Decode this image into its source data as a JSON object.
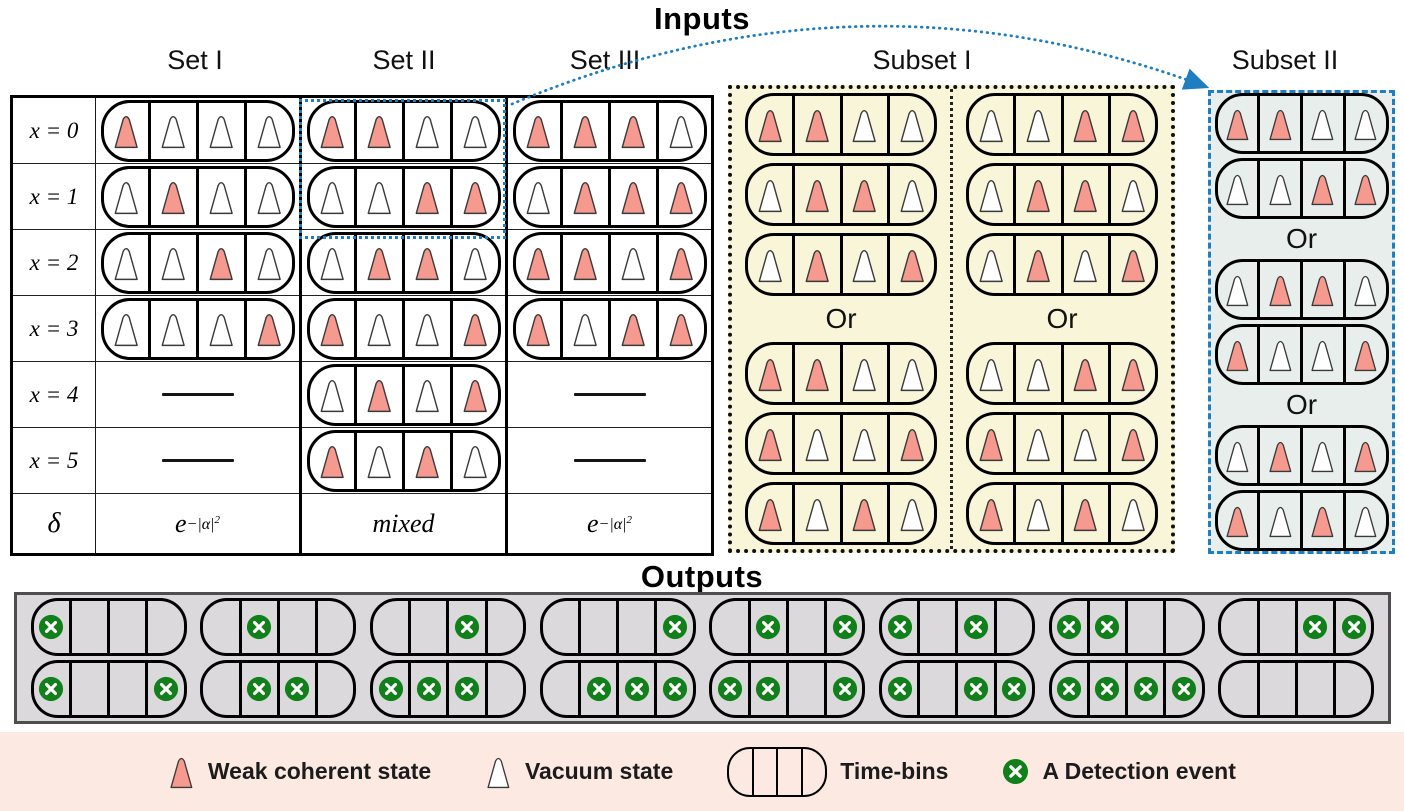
{
  "titles": {
    "inputs": "Inputs",
    "outputs": "Outputs"
  },
  "headers": {
    "set1": "Set I",
    "set2": "Set II",
    "set3": "Set III",
    "subset1": "Subset I",
    "subset2": "Subset II"
  },
  "input_table": {
    "row_labels": [
      "x = 0",
      "x = 1",
      "x = 2",
      "x = 3",
      "x = 4",
      "x = 5"
    ],
    "delta_label": "δ",
    "columns": [
      {
        "name": "Set I",
        "rows": [
          [
            "w",
            "v",
            "v",
            "v"
          ],
          [
            "v",
            "w",
            "v",
            "v"
          ],
          [
            "v",
            "v",
            "w",
            "v"
          ],
          [
            "v",
            "v",
            "v",
            "w"
          ],
          "dash",
          "dash"
        ],
        "delta": {
          "base": "e",
          "exp": "−|α|",
          "exp_sup": "2"
        }
      },
      {
        "name": "Set II",
        "rows": [
          [
            "w",
            "w",
            "v",
            "v"
          ],
          [
            "v",
            "v",
            "w",
            "w"
          ],
          [
            "v",
            "w",
            "w",
            "v"
          ],
          [
            "w",
            "v",
            "v",
            "w"
          ],
          [
            "v",
            "w",
            "v",
            "w"
          ],
          [
            "w",
            "v",
            "w",
            "v"
          ]
        ],
        "delta": {
          "base": "mixed",
          "exp": "",
          "exp_sup": ""
        }
      },
      {
        "name": "Set III",
        "rows": [
          [
            "w",
            "w",
            "w",
            "v"
          ],
          [
            "v",
            "w",
            "w",
            "w"
          ],
          [
            "w",
            "w",
            "v",
            "w"
          ],
          [
            "w",
            "v",
            "w",
            "w"
          ],
          "dash",
          "dash"
        ],
        "delta": {
          "base": "e",
          "exp": "−|α|",
          "exp_sup": "2"
        }
      }
    ]
  },
  "subset1": {
    "or_label": "Or",
    "left": {
      "top": [
        [
          "w",
          "w",
          "v",
          "v"
        ],
        [
          "v",
          "w",
          "w",
          "v"
        ],
        [
          "v",
          "w",
          "v",
          "w"
        ]
      ],
      "bottom": [
        [
          "w",
          "w",
          "v",
          "v"
        ],
        [
          "w",
          "v",
          "v",
          "w"
        ],
        [
          "w",
          "v",
          "w",
          "v"
        ]
      ]
    },
    "right": {
      "top": [
        [
          "v",
          "v",
          "w",
          "w"
        ],
        [
          "v",
          "w",
          "w",
          "v"
        ],
        [
          "v",
          "w",
          "v",
          "w"
        ]
      ],
      "bottom": [
        [
          "v",
          "v",
          "w",
          "w"
        ],
        [
          "w",
          "v",
          "v",
          "w"
        ],
        [
          "w",
          "v",
          "w",
          "v"
        ]
      ]
    }
  },
  "subset2": {
    "or_label": "Or",
    "groups": [
      [
        [
          "w",
          "w",
          "v",
          "v"
        ],
        [
          "v",
          "v",
          "w",
          "w"
        ]
      ],
      [
        [
          "v",
          "w",
          "w",
          "v"
        ],
        [
          "w",
          "v",
          "v",
          "w"
        ]
      ],
      [
        [
          "v",
          "w",
          "v",
          "w"
        ],
        [
          "w",
          "v",
          "w",
          "v"
        ]
      ]
    ]
  },
  "outputs": {
    "rows": [
      [
        [
          "d",
          "e",
          "e",
          "e"
        ],
        [
          "e",
          "d",
          "e",
          "e"
        ],
        [
          "e",
          "e",
          "d",
          "e"
        ],
        [
          "e",
          "e",
          "e",
          "d"
        ],
        [
          "e",
          "d",
          "e",
          "d"
        ],
        [
          "d",
          "e",
          "d",
          "e"
        ],
        [
          "d",
          "d",
          "e",
          "e"
        ],
        [
          "e",
          "e",
          "d",
          "d"
        ]
      ],
      [
        [
          "d",
          "e",
          "e",
          "d"
        ],
        [
          "e",
          "d",
          "d",
          "e"
        ],
        [
          "d",
          "d",
          "d",
          "e"
        ],
        [
          "e",
          "d",
          "d",
          "d"
        ],
        [
          "d",
          "d",
          "e",
          "d"
        ],
        [
          "d",
          "e",
          "d",
          "d"
        ],
        [
          "d",
          "d",
          "d",
          "d"
        ],
        [
          "e",
          "e",
          "e",
          "e"
        ]
      ]
    ]
  },
  "legend": {
    "items": [
      {
        "icon": "weak-coherent-pulse-icon",
        "label": "Weak coherent state"
      },
      {
        "icon": "vacuum-pulse-icon",
        "label": "Vacuum state"
      },
      {
        "icon": "time-bins-capsule",
        "label": "Time-bins"
      },
      {
        "icon": "detection-event-icon",
        "label": "A Detection event"
      }
    ],
    "timebins_single": [
      [
        "e",
        "e",
        "e",
        "e"
      ]
    ]
  },
  "colors": {
    "weak_coherent": "#f69a90",
    "vacuum": "#ffffff",
    "detection_green": "#12801a",
    "selection_blue": "#1e7ec0",
    "subset1_bg": "#f8f5d8",
    "subset2_bg": "#e8eeeb",
    "outputs_bg": "#dbd9dc",
    "legend_bg": "#fbe9e2"
  }
}
